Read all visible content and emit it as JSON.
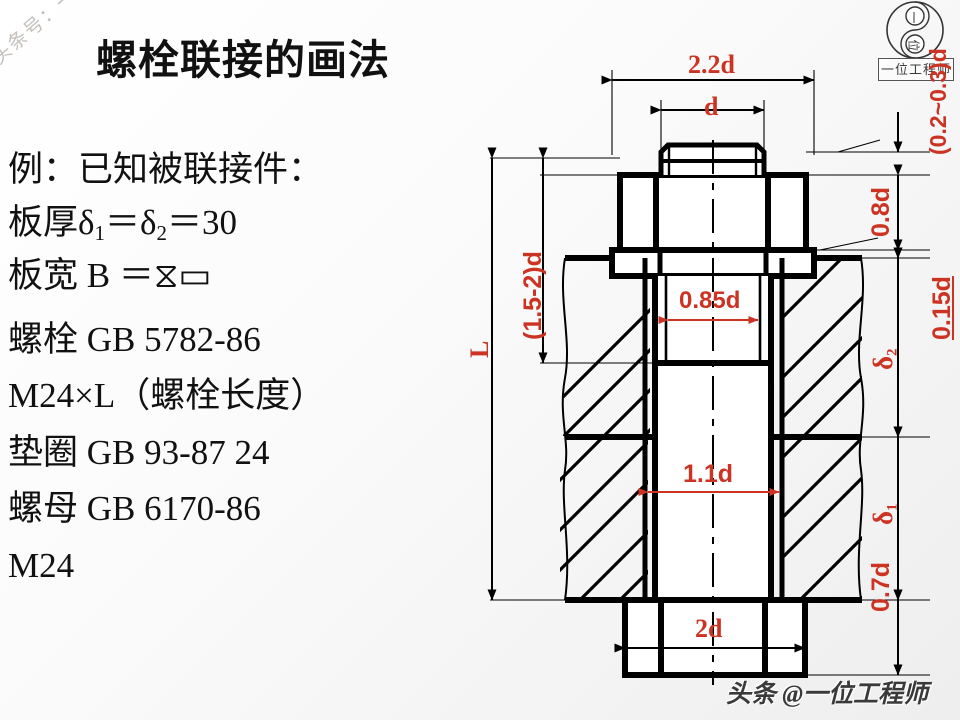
{
  "slide": {
    "title": "螺栓联接的画法",
    "watermark_diagonal": "头条号：一位工程师",
    "watermark_footer": "头条 @一位工程师",
    "logo_caption": "一位工程师",
    "logo_glyph_top": "一",
    "logo_glyph_bottom": "位",
    "accent_color": "#cc3322",
    "line_color": "#000000"
  },
  "text_block": {
    "lines": [
      {
        "id": "given",
        "text": "例：已知被联接件："
      },
      {
        "id": "plate_thickness_prefix",
        "text": "板厚δ"
      },
      {
        "id": "plate_width",
        "text": "板宽 B ＝"
      },
      {
        "id": "bolt",
        "text": "螺栓   GB 5782-86"
      },
      {
        "id": "bolt_spec",
        "text": "M24×L（螺栓长度）"
      },
      {
        "id": "washer",
        "text": "垫圈   GB 93-87 24"
      },
      {
        "id": "nut",
        "text": "螺母   GB 6170-86"
      },
      {
        "id": "nut_spec",
        "text": "M24"
      }
    ],
    "plate_thickness": {
      "label": "板厚δ",
      "sub1": "1",
      "eq1": "＝δ",
      "sub2": "2",
      "eq2": "＝30"
    },
    "plate_width": {
      "label": "板宽 B ＝",
      "symbols": "⧖▭"
    }
  },
  "dimensions": {
    "head_width": "2.2d",
    "bolt_dia": "d",
    "bolt_length": "L",
    "thread_length": "(1.5-2)d",
    "head_height": "0.8d",
    "washer_thickness": "0.15d",
    "protrusion": "(0.2~0.3)d",
    "plate_upper": "δ",
    "plate_upper_sub": "2",
    "plate_lower": "δ",
    "plate_lower_sub": "1",
    "thread_minor": "0.85d",
    "hole_dia": "1.1d",
    "nut_height": "0.7d",
    "nut_width": "2d"
  }
}
